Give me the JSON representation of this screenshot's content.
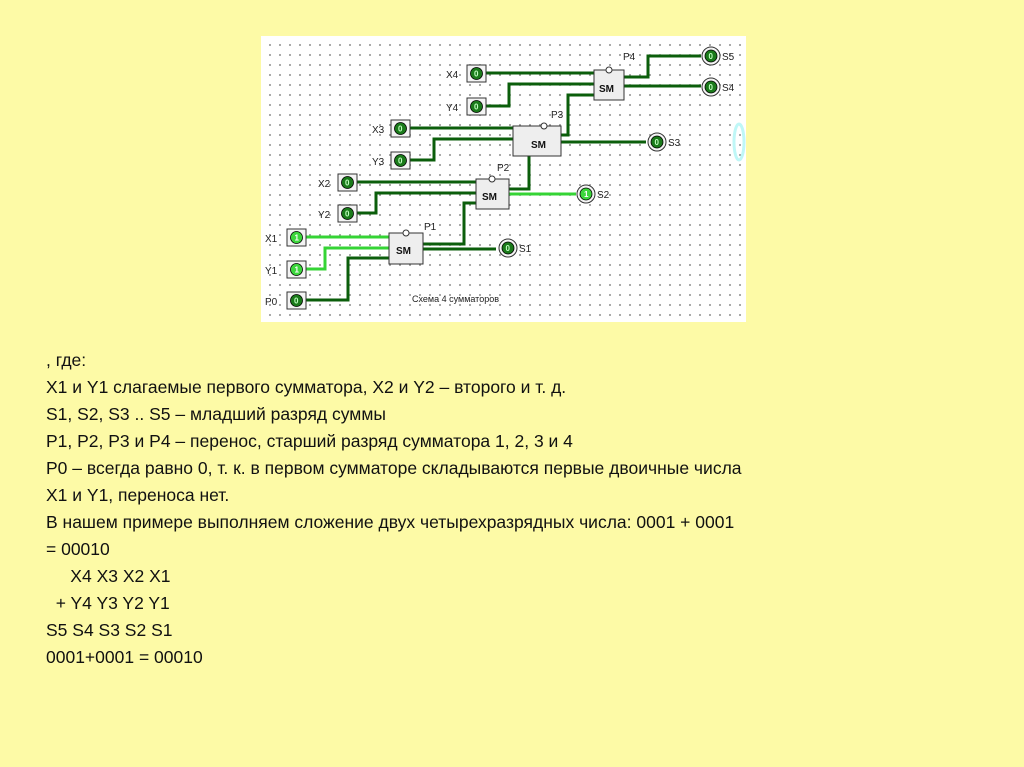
{
  "diagram": {
    "caption": "Схема 4 сумматоров",
    "block_label": "SM",
    "inputs": [
      {
        "id": "X4",
        "value": "0"
      },
      {
        "id": "Y4",
        "value": "0"
      },
      {
        "id": "X3",
        "value": "0"
      },
      {
        "id": "Y3",
        "value": "0"
      },
      {
        "id": "X2",
        "value": "0"
      },
      {
        "id": "Y2",
        "value": "0"
      },
      {
        "id": "X1",
        "value": "1"
      },
      {
        "id": "Y1",
        "value": "1"
      },
      {
        "id": "P0",
        "value": "0"
      }
    ],
    "outputs": [
      {
        "id": "S5",
        "value": "0"
      },
      {
        "id": "S4",
        "value": "0"
      },
      {
        "id": "S3",
        "value": "0"
      },
      {
        "id": "S2",
        "value": "1"
      },
      {
        "id": "S1",
        "value": "0"
      }
    ],
    "carries": [
      "P1",
      "P2",
      "P3",
      "P4"
    ],
    "colors": {
      "wire_low": "#0b5e0b",
      "wire_high": "#35d435",
      "pin_low": "#1a7a1a",
      "pin_high": "#3cd63c",
      "block": "#eeeeee"
    }
  },
  "text": {
    "lines": [
      ", где:",
      "X1 и Y1 слагаемые первого сумматора, X2 и Y2 – второго и т. д.",
      "S1, S2, S3 .. S5 – младший разряд суммы",
      "P1, P2, P3 и P4 – перенос, старший разряд сумматора 1, 2, 3 и 4",
      "P0 – всегда равно 0, т. к. в первом сумматоре складываются первые двоичные числа",
      "X1 и Y1, переноса нет.",
      "В нашем примере выполняем сложение двух четырехразрядных числа: 0001 + 0001",
      "= 00010",
      "     X4 X3 X2 X1",
      "  + Y4 Y3 Y2 Y1",
      "S5 S4 S3 S2 S1",
      "0001+0001 = 00010"
    ]
  }
}
